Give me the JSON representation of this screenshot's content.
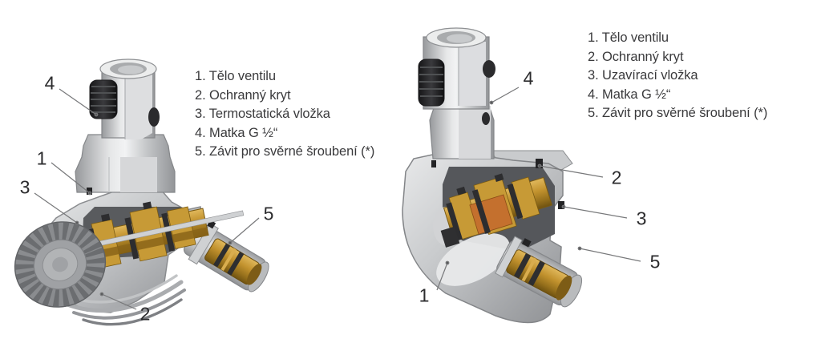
{
  "figure_type": "technical-cutaway-diagram",
  "left_figure": {
    "name": "thermostatic-valve-cutaway",
    "legend": [
      "1. Tělo ventilu",
      "2. Ochranný kryt",
      "3. Termostatická vložka",
      "4. Matka G ½“",
      "5. Závit pro svěrné šroubení (*)"
    ],
    "callouts": {
      "c1": "1",
      "c2": "2",
      "c3": "3",
      "c4": "4",
      "c5": "5"
    }
  },
  "right_figure": {
    "name": "shutoff-valve-cutaway",
    "legend": [
      "1. Tělo ventilu",
      "2. Ochranný kryt",
      "3. Uzavírací vložka",
      "4. Matka G ½“",
      "5. Závit pro svěrné šroubení (*)"
    ],
    "callouts": {
      "c1": "1",
      "c2": "2",
      "c3": "3",
      "c4": "4",
      "c5": "5"
    }
  },
  "colors": {
    "background": "#ffffff",
    "text": "#3a3a3c",
    "callout_text": "#2b2b2d",
    "body_light_grey": "#e6e7e8",
    "body_mid_grey": "#b5b7b9",
    "body_dark_grey": "#8f9194",
    "cavity_grey": "#55575b",
    "thread_black": "#232325",
    "brass": "#c2922e",
    "brass_dark": "#6f5210",
    "insert_orange": "#c4702e",
    "leader_line": "#77787a"
  }
}
